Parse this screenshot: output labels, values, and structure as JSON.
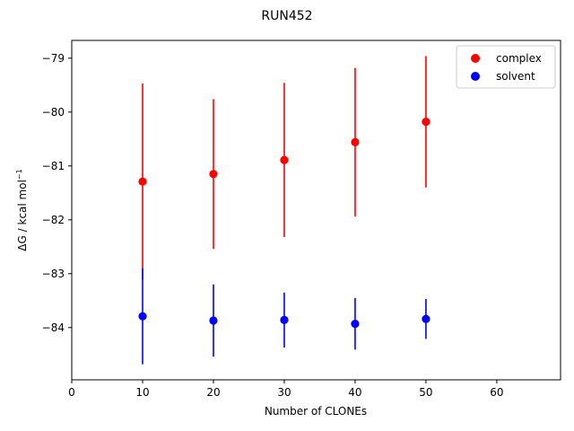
{
  "chart_data": {
    "type": "scatter",
    "title": "RUN452",
    "xlabel": "Number of CLONEs",
    "ylabel_main": "ΔG / kcal mol",
    "ylabel_sup": "−1",
    "xlim": [
      0,
      69
    ],
    "ylim": [
      -84.97,
      -78.67
    ],
    "xticks": [
      0,
      10,
      20,
      30,
      40,
      50,
      60
    ],
    "xtick_labels": [
      "0",
      "10",
      "20",
      "30",
      "40",
      "50",
      "60"
    ],
    "yticks": [
      -79,
      -80,
      -81,
      -82,
      -83,
      -84
    ],
    "ytick_labels": [
      "−79",
      "−80",
      "−81",
      "−82",
      "−83",
      "−84"
    ],
    "grid": false,
    "legend_position": "top-right",
    "series": [
      {
        "name": "complex",
        "color": "#ff0000",
        "x": [
          10,
          20,
          30,
          40,
          50
        ],
        "y": [
          -81.29,
          -81.15,
          -80.89,
          -80.56,
          -80.18
        ],
        "err": [
          1.82,
          1.39,
          1.43,
          1.38,
          1.22
        ]
      },
      {
        "name": "solvent",
        "color": "#0000ff",
        "x": [
          10,
          20,
          30,
          40,
          50
        ],
        "y": [
          -83.79,
          -83.87,
          -83.86,
          -83.93,
          -83.84
        ],
        "err": [
          0.89,
          0.67,
          0.51,
          0.48,
          0.37
        ]
      }
    ]
  }
}
